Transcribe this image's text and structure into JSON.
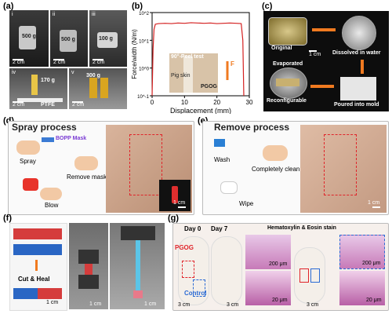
{
  "panels": {
    "a": {
      "label": "(a)",
      "sub": [
        "i",
        "ii",
        "iii",
        "iv",
        "v"
      ],
      "weights": [
        "500 g",
        "500 g",
        "100 g",
        "170 g",
        "300 g"
      ],
      "scales": [
        "2 cm",
        "2 cm",
        "2 cm",
        "2 cm",
        "2 cm"
      ],
      "ptfe": "PTFE"
    },
    "b": {
      "label": "(b)",
      "title": "90°-Peel test",
      "xlabel": "Displacement (mm)",
      "ylabel": "Force/width (N/m)",
      "inset_pig": "Pig skin",
      "inset_pgog": "PGOG",
      "force_label": "F"
    },
    "c": {
      "label": "(c)",
      "original": "Original",
      "dissolved": "Dissolved in water",
      "evaporated": "Evaporated",
      "reconfigurable": "Reconfigurable",
      "poured": "Poured into mold",
      "scale": "1 cm"
    },
    "d": {
      "label": "(d)",
      "title": "Spray process",
      "bopp": "BOPP Mask",
      "spray": "Spray",
      "remove_mask": "Remove mask",
      "blow": "Blow",
      "scale": "1 cm"
    },
    "e": {
      "label": "(e)",
      "title": "Remove process",
      "wash": "Wash",
      "completely_clean": "Completely clean",
      "wipe": "Wipe",
      "scale": "1 cm"
    },
    "f": {
      "label": "(f)",
      "cut_heal": "Cut & Heal",
      "scale": "1 cm"
    },
    "g": {
      "label": "(g)",
      "day0": "Day 0",
      "day7": "Day 7",
      "he": "Hematoxylin & Eosin stain",
      "pgog": "PGOG",
      "control": "Control",
      "scale_3cm": "3 cm",
      "scale_200": "200 μm",
      "scale_20": "20 μm"
    }
  },
  "chart_data": {
    "type": "line",
    "title": "90°-Peel test",
    "xlabel": "Displacement (mm)",
    "ylabel": "Force/width (N/m)",
    "xlim": [
      0,
      30
    ],
    "ylim_log": [
      -1,
      2
    ],
    "yscale": "log",
    "x_ticks": [
      0,
      10,
      20,
      30
    ],
    "y_ticks": [
      "10^-1",
      "10^0",
      "10^1",
      "10^2"
    ],
    "series": [
      {
        "color": "#d42020",
        "x": [
          0,
          0.3,
          0.6,
          1,
          2,
          4,
          6,
          8,
          10,
          12,
          14,
          16,
          18,
          20,
          22,
          24,
          26,
          27.5,
          28,
          28.3
        ],
        "y": [
          0.1,
          5,
          25,
          38,
          40,
          41,
          40,
          42,
          41,
          43,
          42,
          41,
          42,
          40,
          41,
          42,
          41,
          40,
          10,
          0.1
        ]
      }
    ]
  }
}
